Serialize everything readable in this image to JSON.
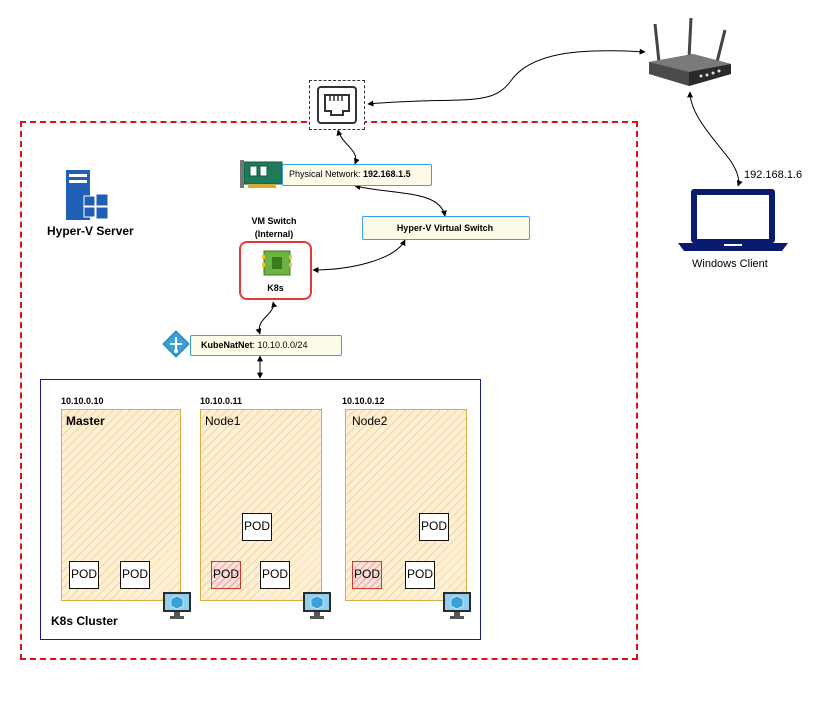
{
  "hyperv_server": {
    "label": "Hyper-V Server"
  },
  "physical_network": {
    "prefix": "Physical Network: ",
    "ip": "192.168.1.5"
  },
  "virtual_switch": {
    "label": "Hyper-V Virtual Switch"
  },
  "vm_switch": {
    "title_line1": "VM Switch",
    "title_line2": "(Internal)",
    "name": "K8s"
  },
  "kubenatnet": {
    "name": "KubeNatNet",
    "subnet": ": 10.10.0.0/24"
  },
  "cluster": {
    "label": "K8s Cluster",
    "nodes": [
      {
        "ip": "10.10.0.10",
        "name": "Master"
      },
      {
        "ip": "10.10.0.11",
        "name": "Node1"
      },
      {
        "ip": "10.10.0.12",
        "name": "Node2"
      }
    ],
    "pod_label": "POD"
  },
  "client": {
    "ip": "192.168.1.6",
    "label": "Windows Client"
  },
  "colors": {
    "server_border": "#e01010",
    "cluster_border": "#1a1a8c",
    "cable": "#3aa0e8",
    "windows_blue": "#1f5fb5"
  }
}
